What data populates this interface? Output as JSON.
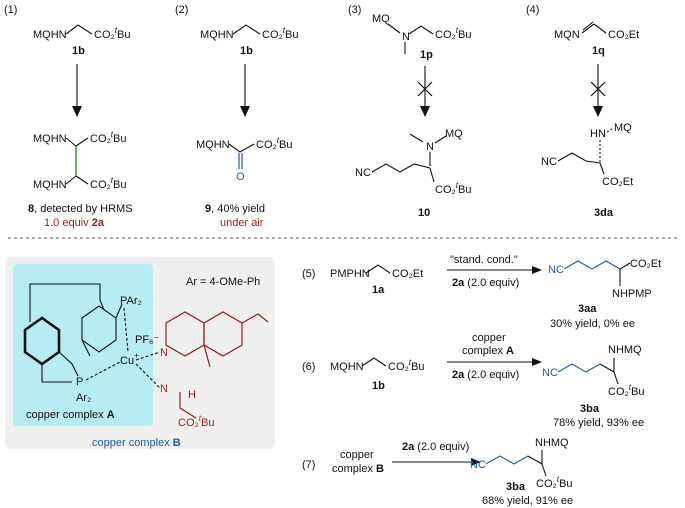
{
  "panel_nums": [
    "(1)",
    "(2)",
    "(3)",
    "(4)",
    "(5)",
    "(6)",
    "(7)"
  ],
  "r1": {
    "sm_left": "MQHN",
    "sm_right": "CO₂",
    "sm_label": "1b",
    "p_top_left": "MQHN",
    "p_bot_left": "MQHN",
    "p_top_right": "CO₂",
    "p_bot_right": "CO₂",
    "caption_num": "8",
    "caption_text": ", detected by HRMS",
    "note": "1.0 equiv",
    "note_bold": "2a"
  },
  "r2": {
    "sm_left": "MQHN",
    "sm_right": "CO₂",
    "sm_label": "1b",
    "p_left": "MQHN",
    "p_right": "CO₂",
    "p_o": "O",
    "caption_num": "9",
    "caption_text": ", 40% yield",
    "note": "under air"
  },
  "r3": {
    "sm_mq": "MQ",
    "sm_n": "N",
    "sm_right": "CO₂",
    "sm_label": "1p",
    "p_mq": "MQ",
    "p_n": "N",
    "p_nc": "NC",
    "p_ester": "CO₂",
    "caption": "10"
  },
  "r4": {
    "sm_left": "MQN",
    "sm_right": "CO₂Et",
    "sm_label": "1q",
    "p_hn": "HN",
    "p_mq": "MQ",
    "p_nc": "NC",
    "p_ester": "CO₂Et",
    "caption": "3da"
  },
  "box": {
    "ar_def": "Ar = 4-OMe-Ph",
    "p_top": "PAr₂",
    "p_bot": "P",
    "p_bot_ar": "Ar₂",
    "pf6": "PF₆⁻",
    "cu": "Cu",
    "cu_charge": "+",
    "n1": "N",
    "n2": "N",
    "h": "H",
    "ester": "CO₂",
    "label_a": "copper complex",
    "label_a_bold": "A",
    "label_b": "copper complex",
    "label_b_bold": "B"
  },
  "r5": {
    "sm_left": "PMPHN",
    "sm_right": "CO₂Et",
    "sm_label": "1a",
    "arrow_top": "\"stand. cond.\"",
    "arrow_bottom_bold": "2a",
    "arrow_bottom": " (2.0 equiv)",
    "p_nc": "NC",
    "p_ester": "CO₂Et",
    "p_amine": "NHPMP",
    "label": "3aa",
    "yield": "30% yield, 0% ee"
  },
  "r6": {
    "sm_left": "MQHN",
    "sm_right": "CO₂",
    "sm_label": "1b",
    "arrow_top1": "copper",
    "arrow_top2": "complex",
    "arrow_top2_bold": "A",
    "arrow_bottom_bold": "2a",
    "arrow_bottom": " (2.0 equiv)",
    "p_amine": "NHMQ",
    "p_nc": "NC",
    "p_ester": "CO₂",
    "label": "3ba",
    "yield": "78% yield, 93% ee"
  },
  "r7": {
    "sm_line1": "copper",
    "sm_line2": "complex",
    "sm_line2_bold": "B",
    "arrow_top_bold": "2a",
    "arrow_top": " (2.0 equiv)",
    "p_amine": "NHMQ",
    "p_nc": "NC",
    "p_ester": "CO₂",
    "label": "3ba",
    "yield": "68% yield, 91% ee"
  },
  "tbu": "Bu",
  "t": "t",
  "colors": {
    "red": "#9b1c1c",
    "blue": "#1f5c99",
    "green": "#3aa02c",
    "cyan": "#b7ecf4",
    "box": "#efefef"
  }
}
